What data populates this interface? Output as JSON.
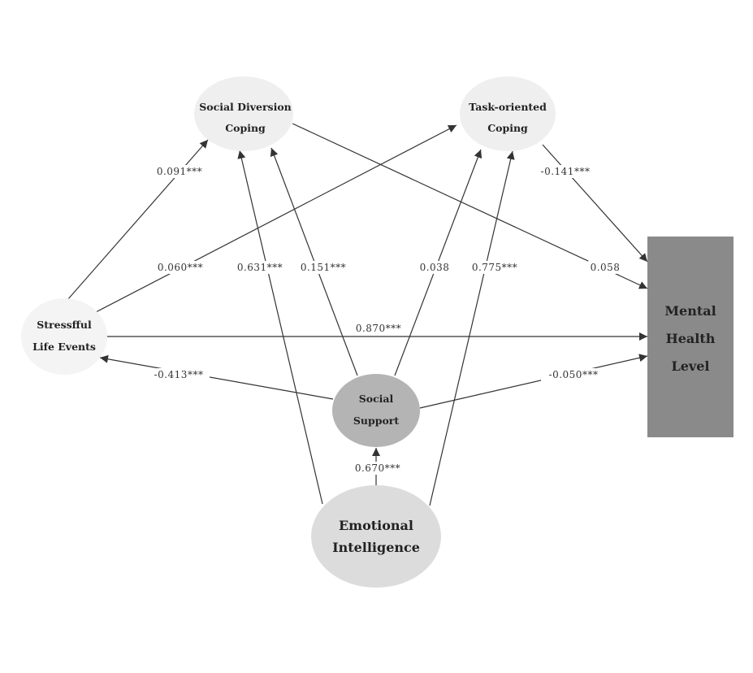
{
  "nodes": {
    "sdc": {
      "line1": "Social Diversion",
      "line2": "Coping",
      "fill": "#efefef"
    },
    "toc": {
      "line1": "Task-oriented",
      "line2": "Coping",
      "fill": "#efefef"
    },
    "sle": {
      "line1": "Stressfful",
      "line2": "Life Events",
      "fill": "#f4f4f4"
    },
    "ss": {
      "line1": "Social",
      "line2": "Support",
      "fill": "#b4b4b4"
    },
    "ei": {
      "line1": "Emotional",
      "line2": "Intelligence",
      "fill": "#dcdcdc"
    },
    "mhl": {
      "line1": "Mental",
      "line2": "Health",
      "line3": "Level",
      "fill": "#8a8a8a"
    }
  },
  "edges": [
    {
      "id": "sle-sdc",
      "from": "Stressfful Life Events",
      "to": "Social Diversion Coping",
      "label": "0.091***"
    },
    {
      "id": "sle-toc",
      "from": "Stressfful Life Events",
      "to": "Task-oriented Coping",
      "label": "0.060***"
    },
    {
      "id": "ei-sdc",
      "from": "Emotional Intelligence",
      "to": "Social Diversion Coping",
      "label": "0.631***"
    },
    {
      "id": "ss-sdc",
      "from": "Social Support",
      "to": "Social Diversion Coping",
      "label": "0.151***"
    },
    {
      "id": "ss-toc",
      "from": "Social Support",
      "to": "Task-oriented Coping",
      "label": "0.038"
    },
    {
      "id": "ei-toc",
      "from": "Emotional Intelligence",
      "to": "Task-oriented Coping",
      "label": "0.775***"
    },
    {
      "id": "toc-mhl",
      "from": "Task-oriented Coping",
      "to": "Mental Health Level",
      "label": "-0.141***"
    },
    {
      "id": "sdc-mhl",
      "from": "Social Diversion Coping",
      "to": "Mental Health Level",
      "label": "0.058"
    },
    {
      "id": "sle-mhl",
      "from": "Stressfful Life Events",
      "to": "Mental Health Level",
      "label": "0.870***"
    },
    {
      "id": "ss-sle",
      "from": "Social Support",
      "to": "Stressfful Life Events",
      "label": "-0.413***"
    },
    {
      "id": "ss-mhl",
      "from": "Social Support",
      "to": "Mental Health Level",
      "label": "-0.050***"
    },
    {
      "id": "ei-ss",
      "from": "Emotional Intelligence",
      "to": "Social Support",
      "label": "0.670***"
    }
  ]
}
